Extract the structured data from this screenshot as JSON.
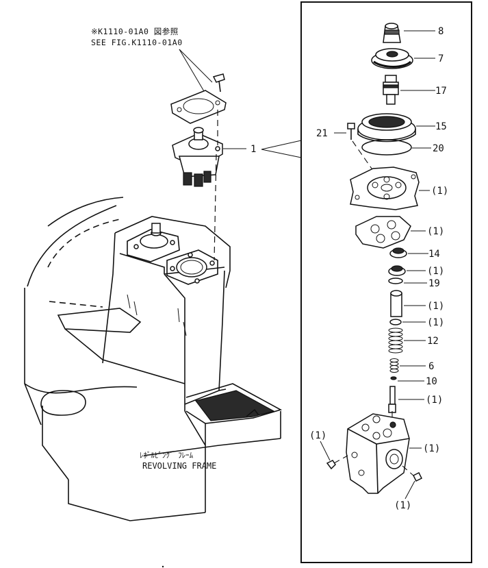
{
  "reference_note": {
    "line1": "※K1110-01A0 図参照",
    "line2": "SEE FIG.K1110-01A0"
  },
  "assembly_callout": "1",
  "frame_label": {
    "japanese": "ﾚﾎﾞﾙﾋﾞﾝｸﾞ ﾌﾚｰﾑ",
    "english": "REVOLVING FRAME"
  },
  "part_callouts": {
    "p8": "8",
    "p7": "7",
    "p17": "17",
    "p21": "21",
    "p15": "15",
    "p20": "20",
    "p_plate": "(1)",
    "p_gasket": "(1)",
    "p14": "14",
    "p_seal": "(1)",
    "p19": "19",
    "p_piston": "(1)",
    "p_washer": "(1)",
    "p12": "12",
    "p6": "6",
    "p10": "10",
    "p_spool": "(1)",
    "p_body": "(1)",
    "p_plug_left": "(1)",
    "p_plug_right": "(1)"
  }
}
